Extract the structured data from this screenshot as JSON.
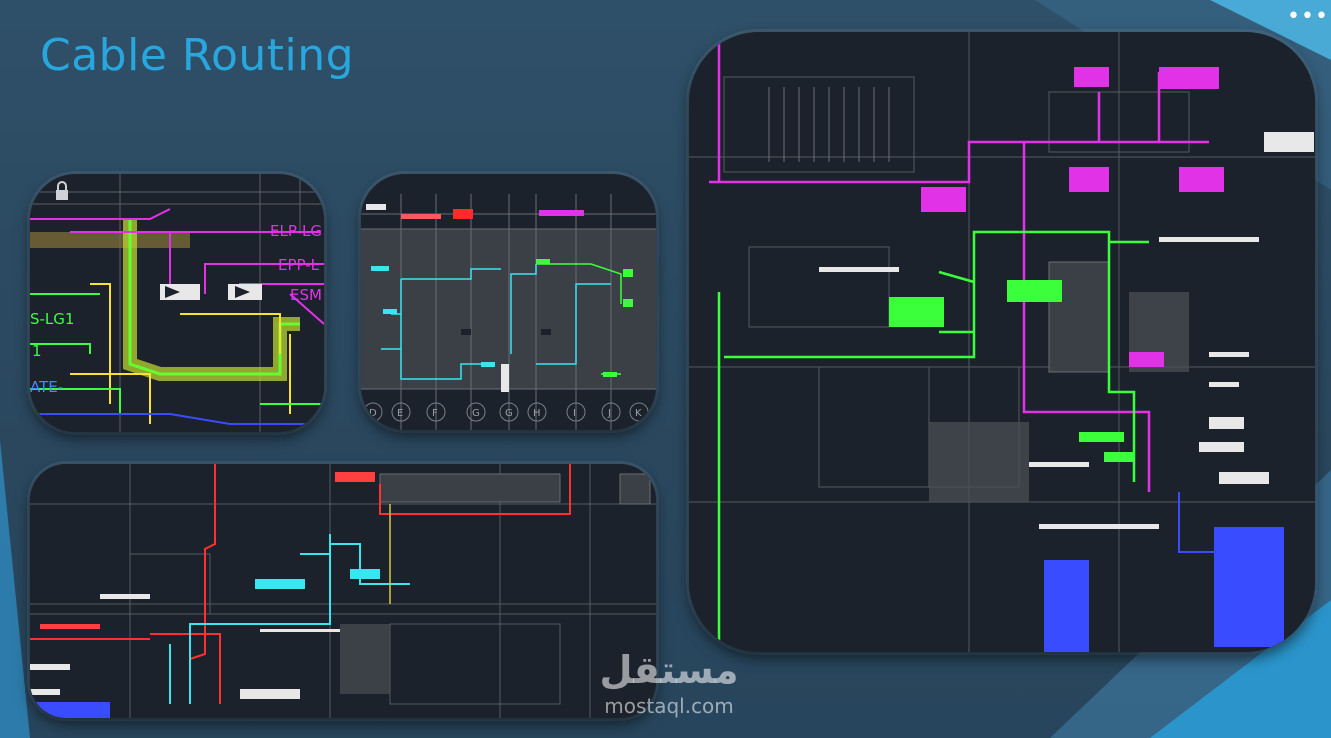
{
  "slide": {
    "title": "Cable Routing",
    "menu_icon": "more-horizontal-icon",
    "accent_color": "#29a6de",
    "background_color": "#2b4a63"
  },
  "panels": [
    {
      "name": "detail-routing-drawing",
      "labels": [
        "ELP-LG",
        "EPP-L",
        "ESM",
        "S-LG1",
        "1",
        "ATE-"
      ]
    },
    {
      "name": "floor-plan-routing-drawing",
      "grid_labels": [
        "D",
        "E",
        "F",
        "G",
        "G",
        "H",
        "I",
        "J",
        "K"
      ]
    },
    {
      "name": "ground-floor-routing-drawing"
    },
    {
      "name": "main-routing-drawing"
    }
  ],
  "watermark": {
    "arabic": "مستقل",
    "latin": "mostaql.com"
  }
}
